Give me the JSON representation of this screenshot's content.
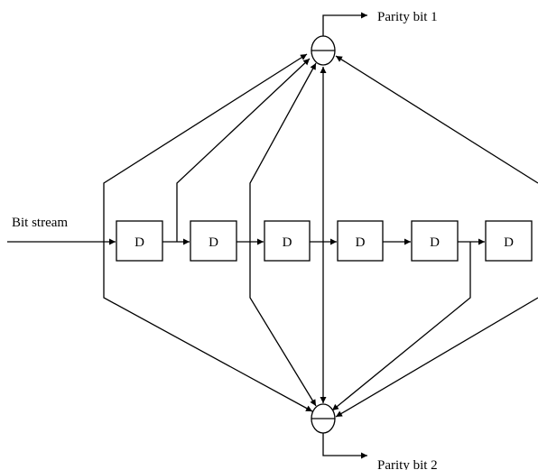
{
  "labels": {
    "input": "Bit stream",
    "output_top": "Parity bit 1",
    "output_bottom": "Parity bit 2"
  },
  "delay_cells": [
    "D",
    "D",
    "D",
    "D",
    "D",
    "D"
  ],
  "colors": {
    "stroke": "#000000",
    "background": "#ffffff"
  }
}
